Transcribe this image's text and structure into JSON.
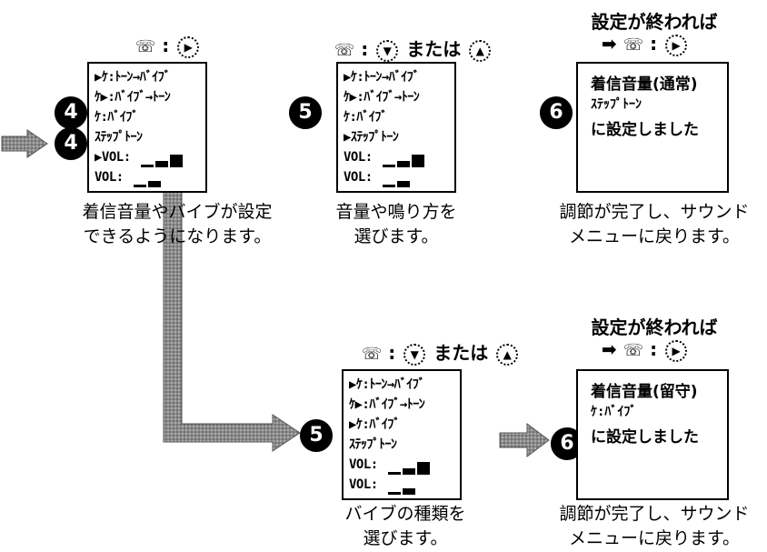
{
  "colors": {
    "ink": "#000000",
    "arrow": "#9a9a9a"
  },
  "panels": {
    "p1": {
      "header": {
        "icon": "phone-menu-icon",
        "sep": ":",
        "btn": "▶"
      },
      "rows": [
        "▶ｹ:ﾄｰﾝ→ﾊﾞｲﾌﾞ",
        "ｹ▶:ﾊﾞｲﾌﾞ→ﾄｰﾝ",
        "ｹ:ﾊﾞｲﾌﾞ",
        "ｽﾃｯﾌﾟﾄｰﾝ",
        "▶VOL:",
        "VOL:"
      ],
      "caption1": "着信音量やバイブが設定",
      "caption2": "できるようになります。"
    },
    "p2": {
      "header": {
        "icon": "phone-menu-icon",
        "sep": ":",
        "btn1": "▼",
        "or": "または",
        "btn2": "▲"
      },
      "rows": [
        "▶ｹ:ﾄｰﾝ→ﾊﾞｲﾌﾞ",
        "ｹ▶:ﾊﾞｲﾌﾞ→ﾄｰﾝ",
        "ｹ:ﾊﾞｲﾌﾞ",
        "▶ｽﾃｯﾌﾟﾄｰﾝ",
        "VOL:",
        "VOL:"
      ],
      "caption1": "音量や鳴り方を",
      "caption2": "選びます。"
    },
    "p3": {
      "title": "設定が終われば",
      "header": {
        "arrow": "➡",
        "icon": "phone-menu-icon",
        "sep": ":",
        "btn": "▶"
      },
      "msg1": "着信音量(通常)",
      "msg2": "ｽﾃｯﾌﾟﾄｰﾝ",
      "msg3": "に設定しました",
      "caption1": "調節が完了し、サウンド",
      "caption2": "メニューに戻ります。"
    },
    "p4": {
      "header": {
        "icon": "phone-menu-icon",
        "sep": ":",
        "btn1": "▼",
        "or": "または",
        "btn2": "▲"
      },
      "rows": [
        "▶ｹ:ﾄｰﾝ→ﾊﾞｲﾌﾞ",
        "ｹ▶:ﾊﾞｲﾌﾞ→ﾄｰﾝ",
        "▶ｹ:ﾊﾞｲﾌﾞ",
        "ｽﾃｯﾌﾟﾄｰﾝ",
        "VOL:",
        "VOL:"
      ],
      "caption1": "バイブの種類を",
      "caption2": "選びます。"
    },
    "p5": {
      "title": "設定が終われば",
      "header": {
        "arrow": "➡",
        "icon": "phone-menu-icon",
        "sep": ":",
        "btn": "▶"
      },
      "msg1": "着信音量(留守)",
      "msg2": "ｹ:ﾊﾞｲﾌﾞ",
      "msg3": "に設定しました",
      "caption1": "調節が完了し、サウンド",
      "caption2": "メニューに戻ります。"
    }
  },
  "badges": {
    "b4": "4",
    "b5": "5",
    "b6": "6"
  }
}
